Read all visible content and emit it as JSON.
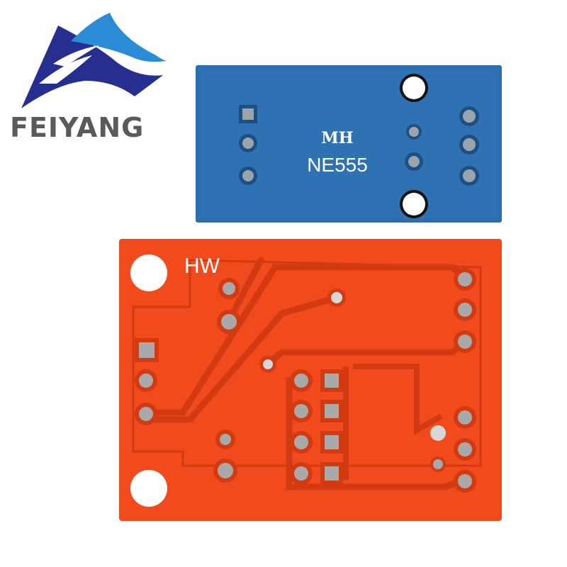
{
  "logo": {
    "brand_text": "FEIYANG",
    "colors": {
      "dark": "#262e8f",
      "light": "#2a8bd6",
      "text": "#5a5a5a"
    }
  },
  "blue_board": {
    "maker_mark": "MH",
    "chip_label": "NE555",
    "colors": {
      "pcb": "#2b6fb0",
      "silk": "#ffffff",
      "pad": "#9aa4ad"
    }
  },
  "red_board": {
    "silk_label": "HW",
    "colors": {
      "pcb": "#f14a1c",
      "trace": "#d23a12",
      "pad": "#a9a9a9",
      "silk": "#ffffff"
    }
  }
}
